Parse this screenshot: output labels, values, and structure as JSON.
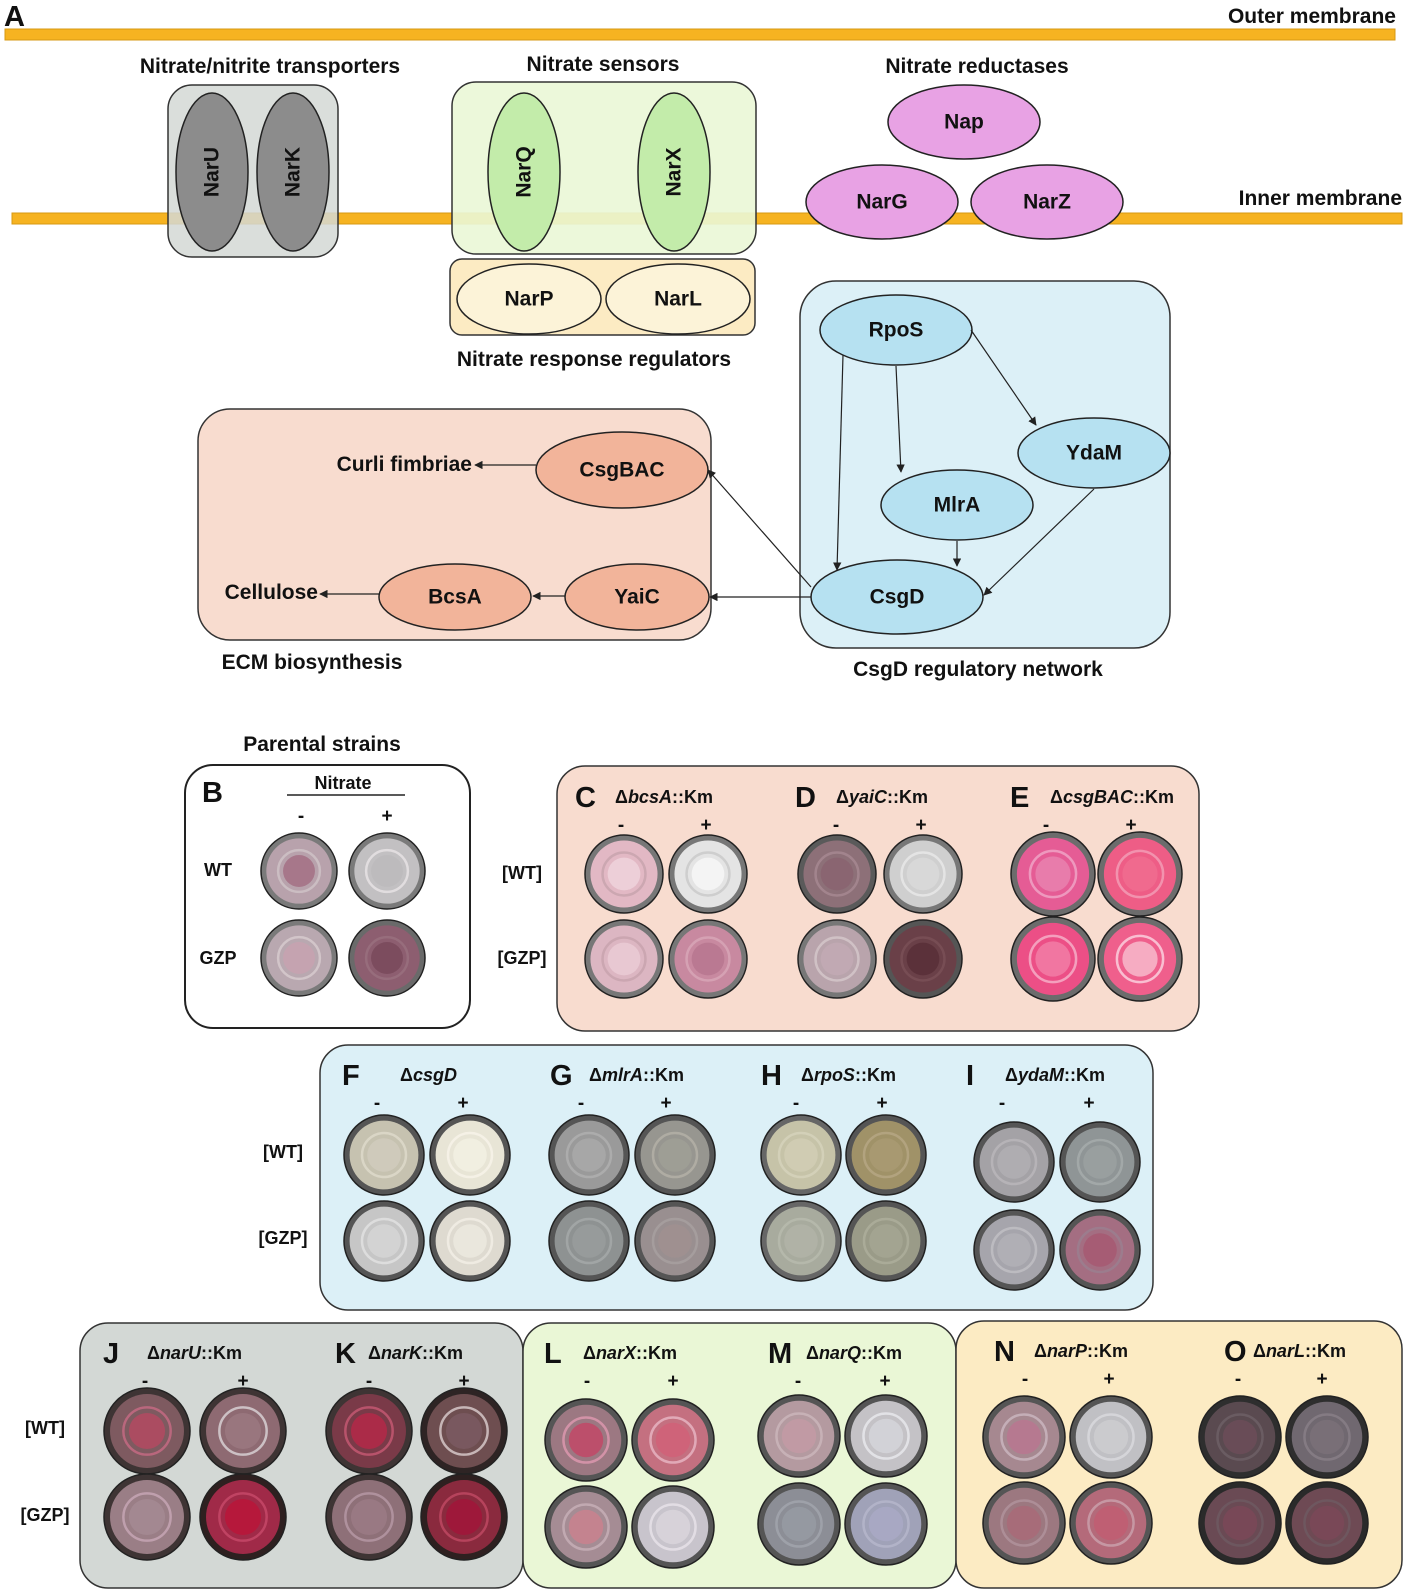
{
  "colors": {
    "membrane": "#f6b321",
    "transporter_box": "#d3d8d5",
    "transporter_oval": "#8c8c8c",
    "sensor_box": "#eaf7d6",
    "sensor_oval": "#c3ecaa",
    "regulator_box": "#fcebc3",
    "regulator_oval": "#fcf3d8",
    "reductase": "#e8a2e4",
    "csgd_box": "#dcf0f7",
    "csgd_oval": "#b6e1f1",
    "ecm_box": "#f8dccf",
    "ecm_oval": "#f2b49a"
  },
  "panel_a": {
    "letter": "A",
    "outer_membrane": "Outer membrane",
    "inner_membrane": "Inner membrane",
    "transporters": {
      "title": "Nitrate/nitrite transporters",
      "items": [
        "NarU",
        "NarK"
      ]
    },
    "sensors": {
      "title": "Nitrate sensors",
      "items": [
        "NarQ",
        "NarX"
      ]
    },
    "regulators": {
      "title": "Nitrate response regulators",
      "items": [
        "NarP",
        "NarL"
      ]
    },
    "reductases": {
      "title": "Nitrate reductases",
      "items": [
        "Nap",
        "NarG",
        "NarZ"
      ]
    },
    "csgd_network": {
      "title": "CsgD regulatory network",
      "nodes": [
        "RpoS",
        "YdaM",
        "MlrA",
        "CsgD"
      ]
    },
    "ecm": {
      "title": "ECM biosynthesis",
      "nodes": [
        "CsgBAC",
        "YaiC",
        "BcsA"
      ],
      "outputs": [
        "Curli fimbriae",
        "Cellulose"
      ]
    }
  },
  "parental": {
    "title": "Parental strains",
    "letter": "B",
    "nitrate": "Nitrate",
    "rows": [
      "WT",
      "GZP"
    ]
  },
  "signs": {
    "minus": "-",
    "plus": "+"
  },
  "row_labels": [
    "[WT]",
    "[GZP]"
  ],
  "panels": [
    {
      "letter": "C",
      "prefix": "Δ",
      "gene": "bcsA",
      "suffix": "::Km"
    },
    {
      "letter": "D",
      "prefix": "Δ",
      "gene": "yaiC",
      "suffix": "::Km"
    },
    {
      "letter": "E",
      "prefix": "Δ",
      "gene": "csgBAC",
      "suffix": "::Km"
    },
    {
      "letter": "F",
      "prefix": "Δ",
      "gene": "csgD",
      "suffix": ""
    },
    {
      "letter": "G",
      "prefix": "Δ",
      "gene": "mlrA",
      "suffix": "::Km"
    },
    {
      "letter": "H",
      "prefix": "Δ",
      "gene": "rpoS",
      "suffix": "::Km"
    },
    {
      "letter": "I",
      "prefix": "Δ",
      "gene": "ydaM",
      "suffix": "::Km"
    },
    {
      "letter": "J",
      "prefix": "Δ",
      "gene": "narU",
      "suffix": "::Km"
    },
    {
      "letter": "K",
      "prefix": "Δ",
      "gene": "narK",
      "suffix": "::Km"
    },
    {
      "letter": "L",
      "prefix": "Δ",
      "gene": "narX",
      "suffix": "::Km"
    },
    {
      "letter": "M",
      "prefix": "Δ",
      "gene": "narQ",
      "suffix": "::Km"
    },
    {
      "letter": "N",
      "prefix": "Δ",
      "gene": "narP",
      "suffix": "::Km"
    },
    {
      "letter": "O",
      "prefix": "Δ",
      "gene": "narL",
      "suffix": "::Km"
    }
  ]
}
